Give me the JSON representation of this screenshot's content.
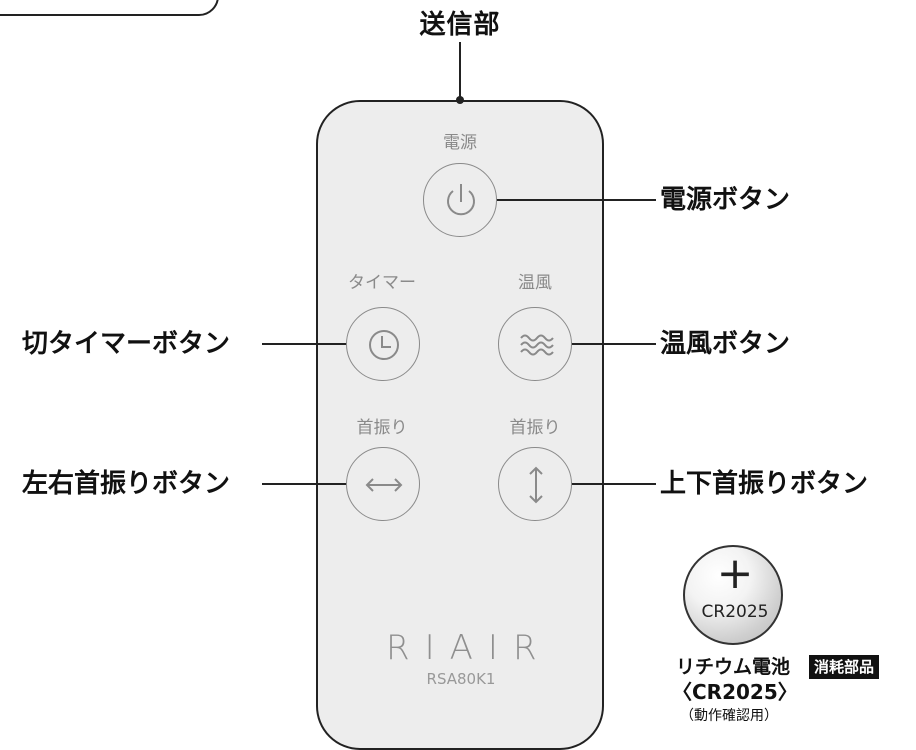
{
  "title": "送信部",
  "remote": {
    "brand": "RIAIR",
    "model": "RSA80K1",
    "buttons": {
      "power": {
        "label": "電源",
        "callout": "電源ボタン",
        "icon": "power-icon"
      },
      "timer": {
        "label": "タイマー",
        "callout": "切タイマーボタン",
        "icon": "clock-icon"
      },
      "warm_air": {
        "label": "温風",
        "callout": "温風ボタン",
        "icon": "waves-icon"
      },
      "swing_lr": {
        "label": "首振り",
        "callout": "左右首振りボタン",
        "icon": "left-right-arrow-icon"
      },
      "swing_ud": {
        "label": "首振り",
        "callout": "上下首振りボタン",
        "icon": "up-down-arrow-icon"
      }
    }
  },
  "battery": {
    "symbol": "+",
    "type": "CR2025",
    "name": "リチウム電池",
    "badge": "消耗部品",
    "model_label": "〈CR2025〉",
    "note": "（動作確認用）"
  },
  "colors": {
    "remote_body": "#ededed",
    "outline": "#222222",
    "button_gray": "#8a8a8a",
    "badge_bg": "#111111"
  }
}
